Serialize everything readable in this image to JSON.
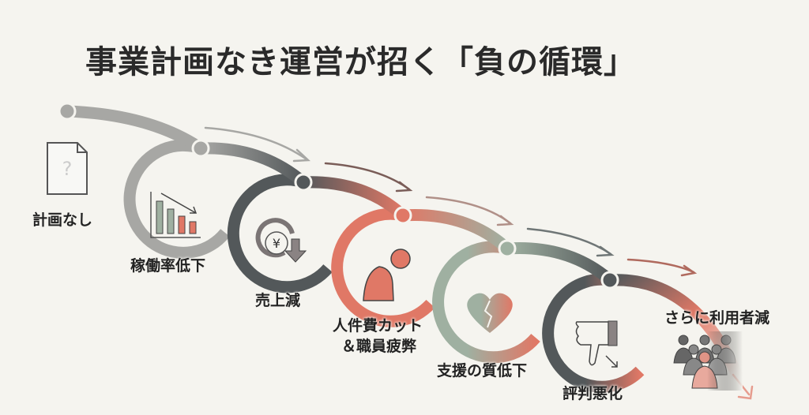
{
  "title": "事業計画なき運営が招く「負の循環」",
  "steps": [
    {
      "label": "計画なし",
      "icon": "question-document-icon"
    },
    {
      "label": "稼働率低下",
      "icon": "declining-bar-chart-icon"
    },
    {
      "label": "売上減",
      "icon": "yen-down-icon"
    },
    {
      "label_line1": "人件費カット",
      "label_line2": "＆職員疲弊",
      "icon": "tired-person-icon"
    },
    {
      "label": "支援の質低下",
      "icon": "broken-heart-icon"
    },
    {
      "label": "評判悪化",
      "icon": "thumbs-down-icon"
    },
    {
      "label": "さらに利用者減",
      "icon": "people-group-icon"
    }
  ],
  "colors": {
    "gray": "#a7a7a4",
    "dark": "#53585a",
    "salmon": "#e07866",
    "sage": "#9fb0a1",
    "background": "#f5f4ef"
  }
}
